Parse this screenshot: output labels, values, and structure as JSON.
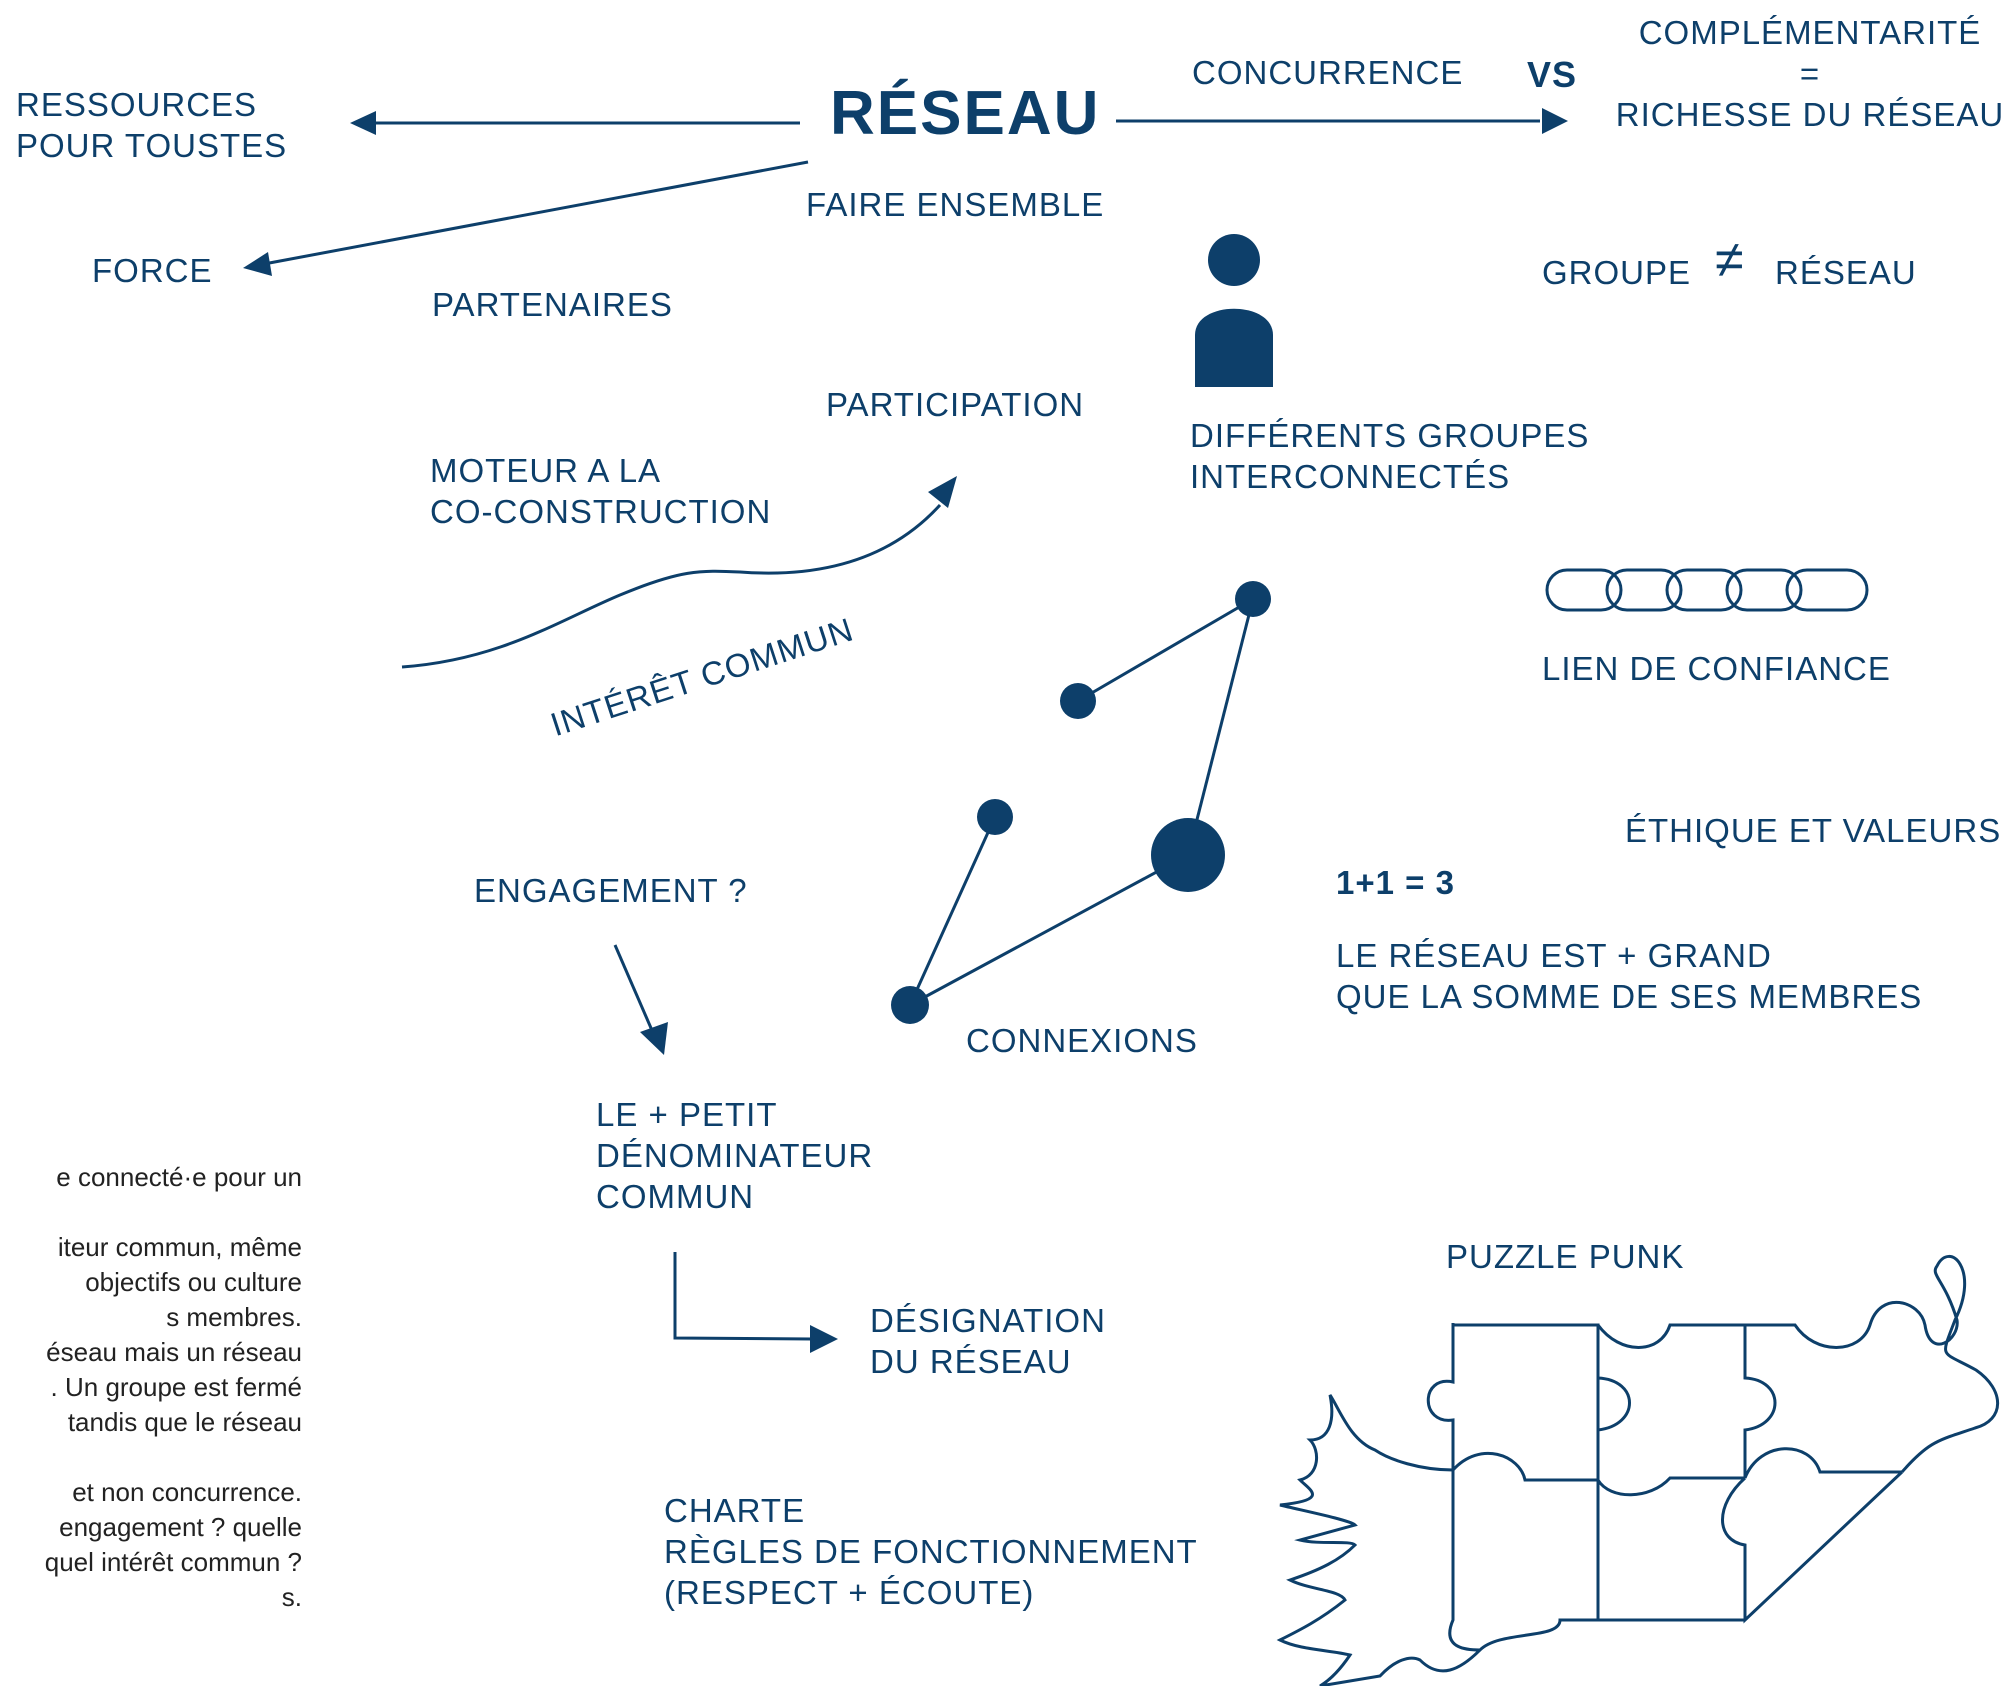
{
  "colors": {
    "ink": "#0d3f6a",
    "body_text": "#222222",
    "background": "#ffffff"
  },
  "central": {
    "title": "RÉSEAU",
    "subtitle": "FAIRE ENSEMBLE"
  },
  "left": {
    "resources": "RESSOURCES\nPOUR TOUSTES",
    "force": "FORCE",
    "partners": "PARTENAIRES"
  },
  "top_right": {
    "concurrence": "CONCURRENCE",
    "vs": "VS",
    "complementarity": "COMPLÉMENTARITÉ\n=\nRICHESSE DU RÉSEAU",
    "groupe": "GROUPE",
    "neq_symbol": "≠",
    "reseau": "RÉSEAU"
  },
  "middle": {
    "participation": "PARTICIPATION",
    "moteur": "MOTEUR A LA\nCO-CONSTRUCTION",
    "interet": "INTÉRÊT COMMUN",
    "groupes": "DIFFÉRENTS GROUPES\nINTERCONNECTÉS",
    "lien": "LIEN DE CONFIANCE",
    "ethique": "ÉTHIQUE ET VALEURS",
    "equation": "1+1 = 3",
    "plus_grand": "LE RÉSEAU EST + GRAND\nQUE LA SOMME DE SES MEMBRES",
    "connexions": "CONNEXIONS"
  },
  "bottom": {
    "engagement": "ENGAGEMENT ?",
    "denominateur": "LE + PETIT\nDÉNOMINATEUR\nCOMMUN",
    "designation": "DÉSIGNATION\nDU RÉSEAU",
    "charte": "CHARTE\nRÈGLES DE FONCTIONNEMENT\n(RESPECT + ÉCOUTE)",
    "puzzle": "PUZZLE PUNK"
  },
  "body_text": [
    "e connecté·e pour un",
    "",
    "iteur commun, même",
    "objectifs ou culture",
    "s membres.",
    "éseau mais un réseau",
    ". Un groupe est fermé",
    " tandis que le réseau",
    "",
    "et non concurrence.",
    " engagement ? quelle",
    "quel intérêt commun ?",
    "s."
  ],
  "icons": {
    "person": "person-icon",
    "chain": "chain-icon",
    "network": "network-graph-icon",
    "puzzle": "punk-puzzle-icon"
  }
}
